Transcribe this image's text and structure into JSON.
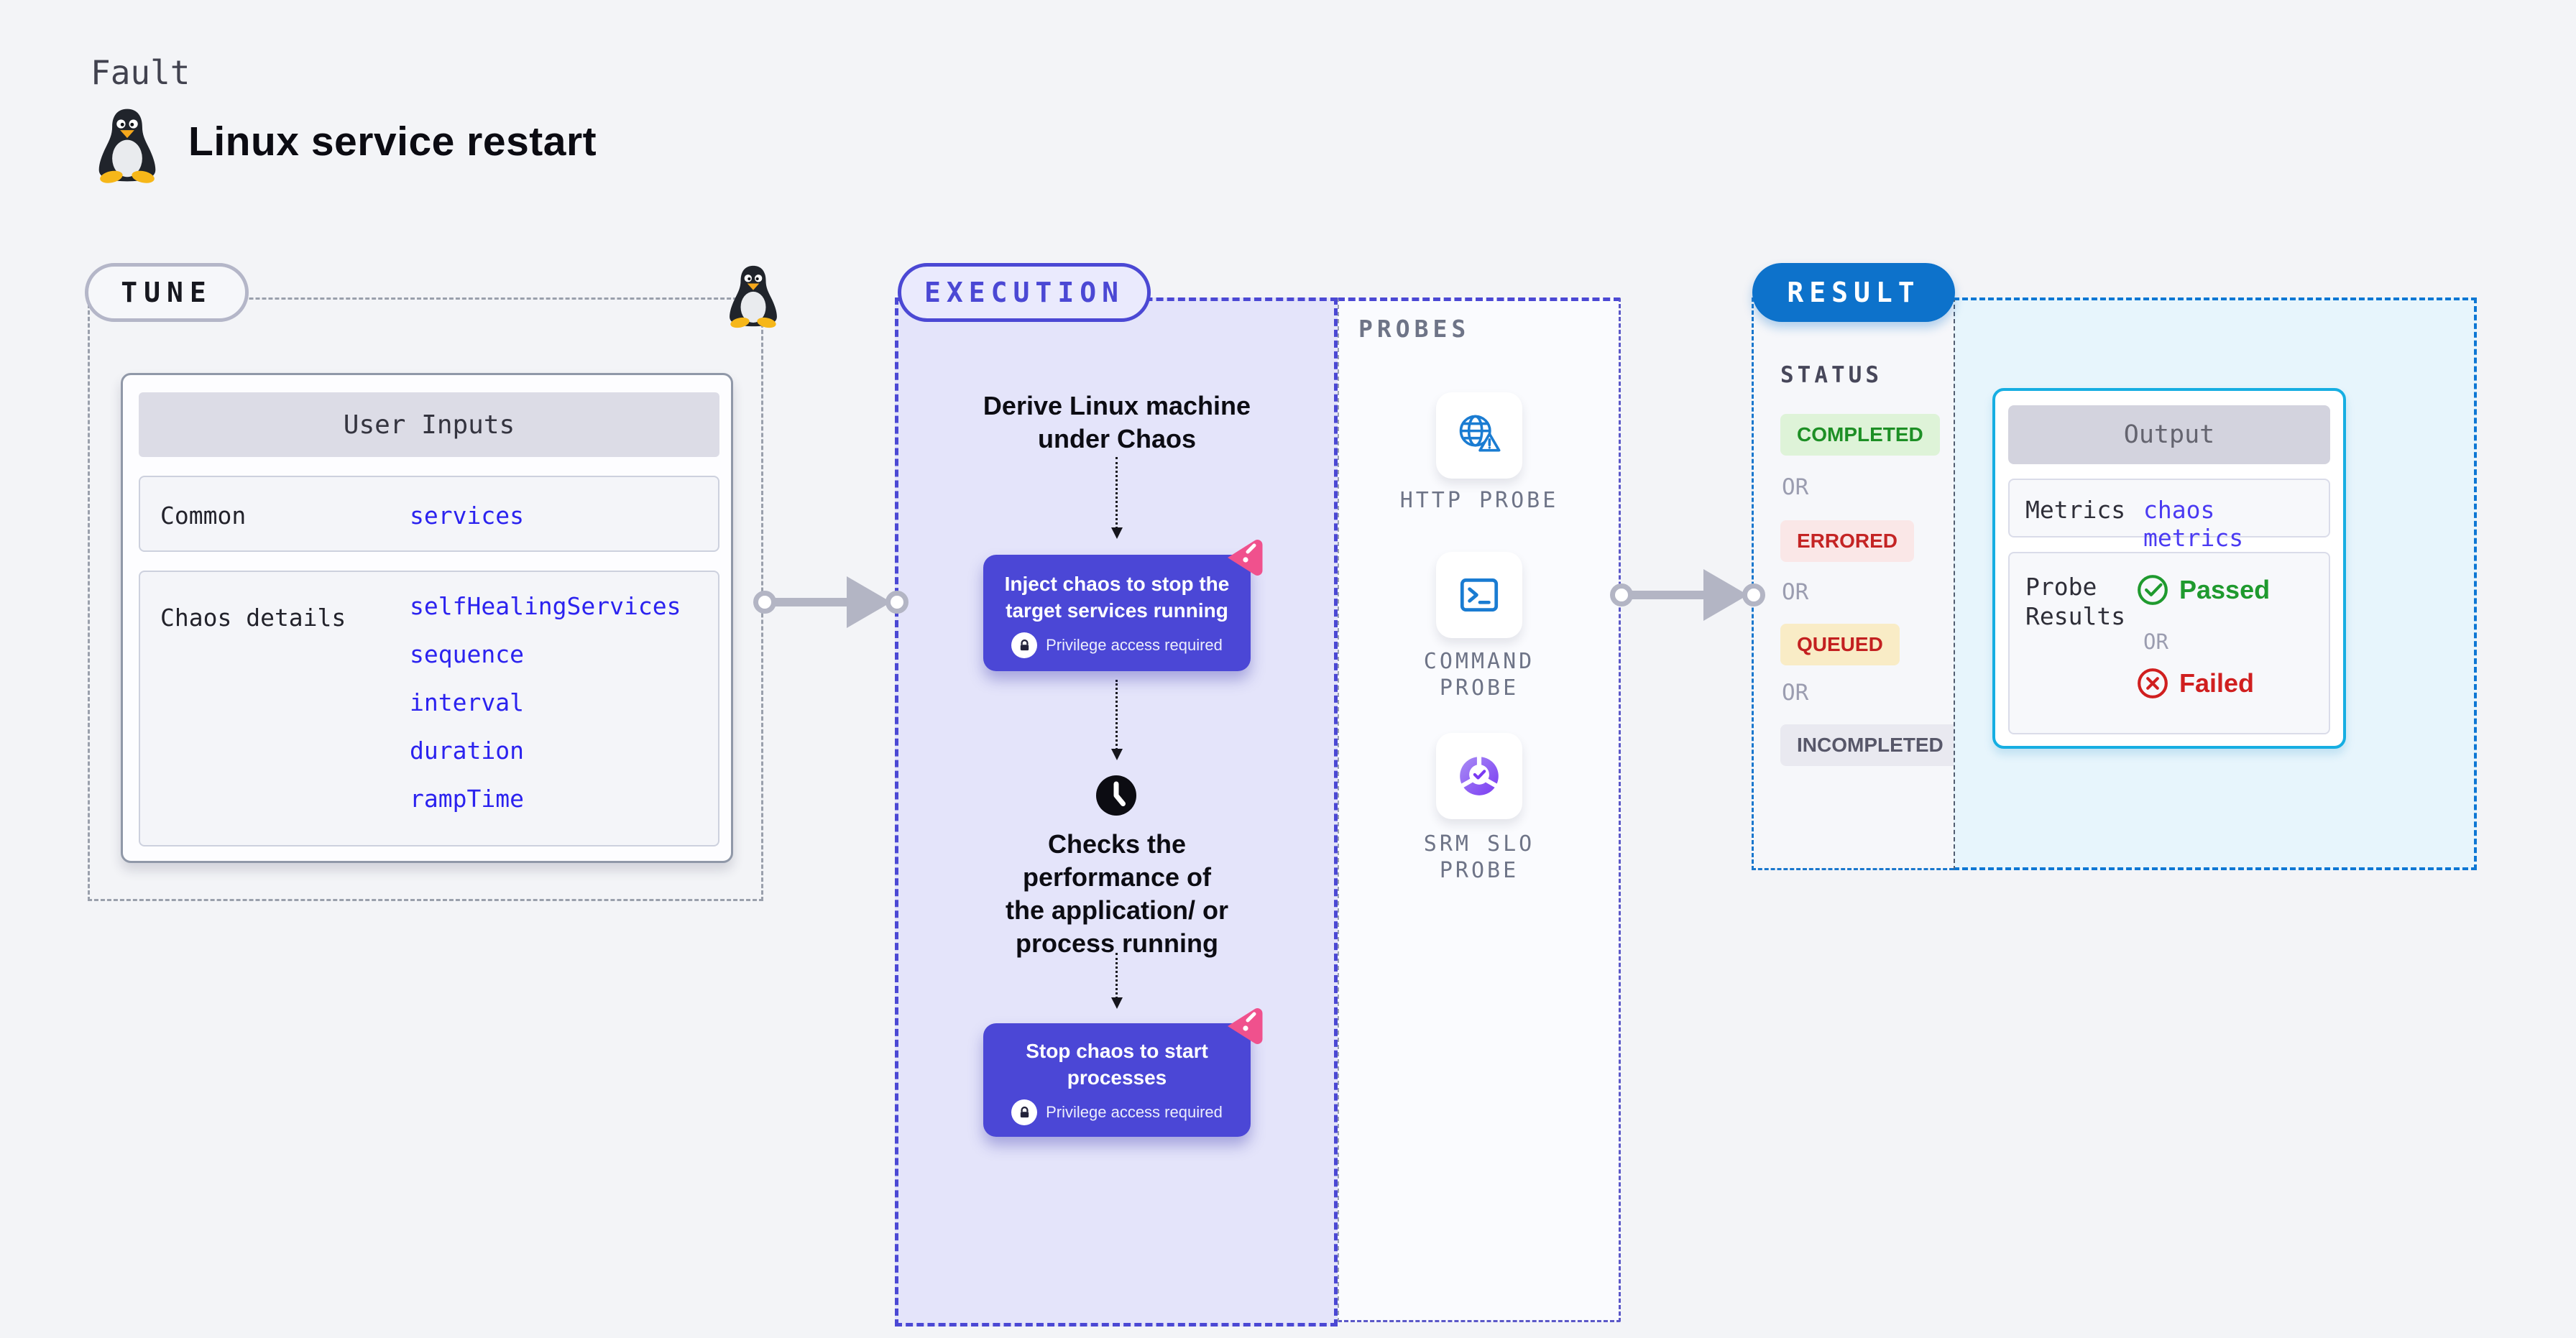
{
  "page": {
    "kicker": "Fault",
    "title": "Linux service restart",
    "background": "#F3F4F7"
  },
  "tune": {
    "label": "TUNE",
    "user_inputs": {
      "title": "User Inputs",
      "rows": [
        {
          "label": "Common",
          "values": [
            "services"
          ]
        },
        {
          "label": "Chaos details",
          "values": [
            "selfHealingServices",
            "sequence",
            "interval",
            "duration",
            "rampTime"
          ]
        }
      ]
    }
  },
  "execution": {
    "label": "EXECUTION",
    "derive_text": "Derive Linux machine\nunder Chaos",
    "inject_card": {
      "title": "Inject chaos to stop the\ntarget services running",
      "badge": "Privilege access required"
    },
    "checks_text": "Checks the\nperformance of\nthe application/ or\nprocess running",
    "stop_card": {
      "title": "Stop chaos to start\nprocesses",
      "badge": "Privilege access required"
    },
    "accent_color": "#4B48D4",
    "card_color": "#4B47D6",
    "pink_icon_color": "#F0518D"
  },
  "probes": {
    "label": "PROBES",
    "items": [
      {
        "label": "HTTP PROBE",
        "icon": "globe-alert-icon"
      },
      {
        "label": "COMMAND\nPROBE",
        "icon": "terminal-icon"
      },
      {
        "label": "SRM SLO\nPROBE",
        "icon": "slo-donut-icon"
      }
    ],
    "icon_blue": "#1A7CD2",
    "icon_purple": "#7A3BF2"
  },
  "result": {
    "label": "RESULT",
    "accent_color": "#0D72CB",
    "status": {
      "title": "STATUS",
      "or_label": "OR",
      "badges": [
        {
          "label": "COMPLETED",
          "bg": "#DEF3D8",
          "color": "#1D8F25"
        },
        {
          "label": "ERRORED",
          "bg": "#FAE7E7",
          "color": "#C42424"
        },
        {
          "label": "QUEUED",
          "bg": "#F9ECC6",
          "color": "#C32020"
        },
        {
          "label": "INCOMPLETED",
          "bg": "#E9E9F0",
          "color": "#575769"
        }
      ]
    },
    "output": {
      "title": "Output",
      "border_color": "#16AEE2",
      "metrics_label": "Metrics",
      "metrics_value": "chaos metrics",
      "probe_results_label": "Probe\nResults",
      "passed_label": "Passed",
      "or_label": "OR",
      "failed_label": "Failed",
      "passed_color": "#1F9A2E",
      "failed_color": "#D01F1F"
    }
  }
}
